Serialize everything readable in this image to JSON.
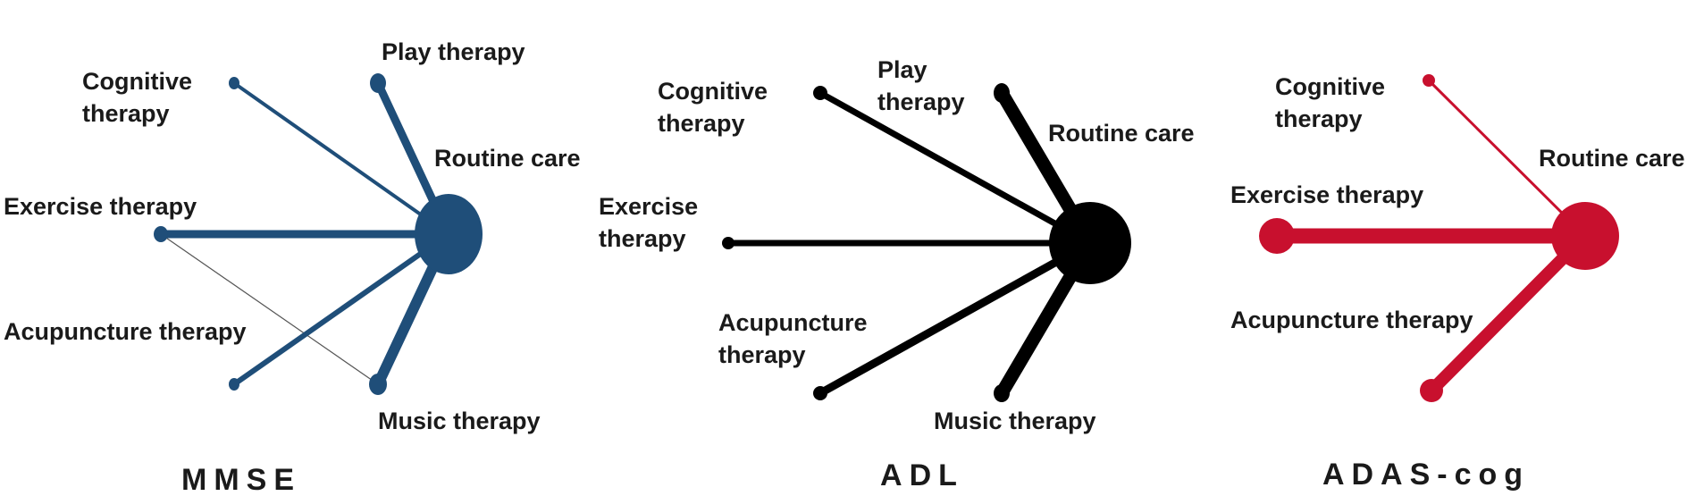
{
  "panels": [
    {
      "title": "MMSE",
      "color": "#1f4e79",
      "hub": {
        "label": "Routine care"
      },
      "nodes": [
        {
          "id": "cognitive",
          "label_lines": [
            "Cognitive",
            "therapy"
          ]
        },
        {
          "id": "play",
          "label_lines": [
            "Play therapy"
          ]
        },
        {
          "id": "exercise",
          "label_lines": [
            "Exercise therapy"
          ]
        },
        {
          "id": "acupuncture",
          "label_lines": [
            "Acupuncture therapy"
          ]
        },
        {
          "id": "music",
          "label_lines": [
            "Music therapy"
          ]
        }
      ],
      "extra_links": [
        {
          "from": "exercise",
          "to": "music"
        }
      ]
    },
    {
      "title": "ADL",
      "color": "#000000",
      "hub": {
        "label": "Routine care"
      },
      "nodes": [
        {
          "id": "cognitive",
          "label_lines": [
            "Cognitive",
            "therapy"
          ]
        },
        {
          "id": "play",
          "label_lines": [
            "Play",
            "therapy"
          ]
        },
        {
          "id": "exercise",
          "label_lines": [
            "Exercise",
            "therapy"
          ]
        },
        {
          "id": "acupuncture",
          "label_lines": [
            "Acupuncture",
            "therapy"
          ]
        },
        {
          "id": "music",
          "label_lines": [
            "Music therapy"
          ]
        }
      ],
      "extra_links": []
    },
    {
      "title": "ADAS-cog",
      "color": "#c8102e",
      "hub": {
        "label": "Routine care"
      },
      "nodes": [
        {
          "id": "cognitive",
          "label_lines": [
            "Cognitive",
            "therapy"
          ]
        },
        {
          "id": "exercise",
          "label_lines": [
            "Exercise therapy"
          ]
        },
        {
          "id": "acupuncture",
          "label_lines": [
            "Acupuncture therapy"
          ]
        }
      ],
      "extra_links": []
    }
  ]
}
